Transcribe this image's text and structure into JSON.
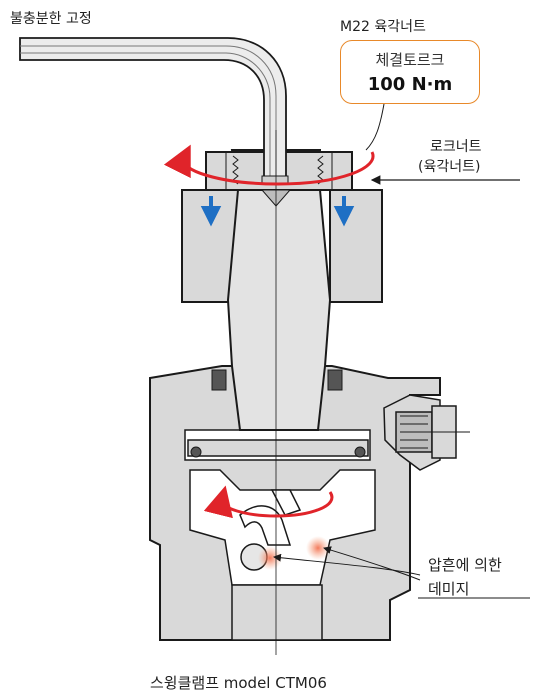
{
  "labels": {
    "fixed_part": "불충분한 고정",
    "nut": "M22 육각너트",
    "torque_title": "체결토르크",
    "torque_value": "100 N·m",
    "locknut_line1": "로크너트",
    "locknut_line2": "(육각너트)",
    "damage_line1": "압흔에 의한",
    "damage_line2": "데미지",
    "caption": "스윙클램프 model CTM06"
  },
  "colors": {
    "body_fill": "#d9d9d9",
    "outline": "#1a1a1a",
    "arrow_red": "#e0242a",
    "arrow_blue": "#1e6fc4",
    "torque_border": "#e8892a",
    "damage_glow": "#f6a07a"
  }
}
